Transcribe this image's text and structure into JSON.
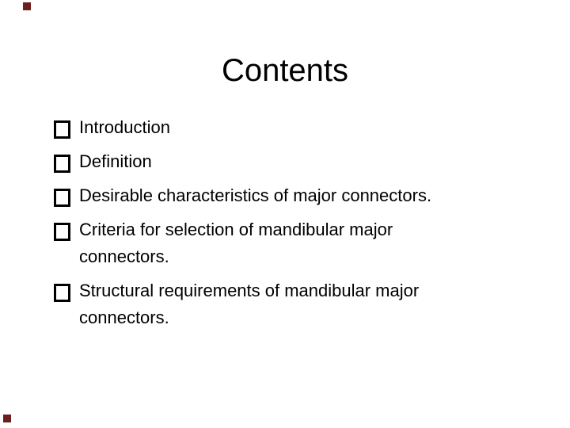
{
  "slide": {
    "title": "Contents",
    "bullet_icon": "hollow-square",
    "items": [
      {
        "line1": "Introduction"
      },
      {
        "line1": "Definition"
      },
      {
        "line1": "Desirable characteristics of major connectors."
      },
      {
        "line1": "Criteria for selection of mandibular major",
        "line2": "connectors."
      },
      {
        "line1": "Structural requirements of mandibular major",
        "line2": "connectors."
      }
    ],
    "colors": {
      "background": "#ffffff",
      "text": "#000000",
      "corner_mark": "#6b1f1f"
    }
  }
}
